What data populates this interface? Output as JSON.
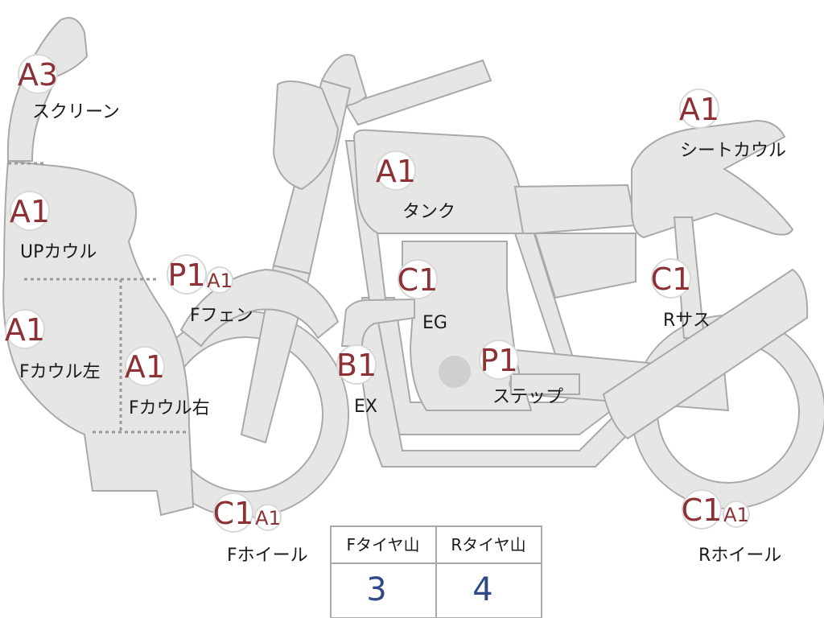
{
  "parts": [
    {
      "id": "screen",
      "grade": "A3",
      "name": "スクリーン"
    },
    {
      "id": "up-cowl",
      "grade": "A1",
      "name": "UPカウル"
    },
    {
      "id": "f-cowl-left",
      "grade": "A1",
      "name": "Fカウル左"
    },
    {
      "id": "f-cowl-right",
      "grade": "A1",
      "name": "Fカウル右"
    },
    {
      "id": "f-fender",
      "grade": "P1",
      "grade2": "A1",
      "name": "Fフェン"
    },
    {
      "id": "tank",
      "grade": "A1",
      "name": "タンク"
    },
    {
      "id": "seat-cowl",
      "grade": "A1",
      "name": "シートカウル"
    },
    {
      "id": "engine",
      "grade": "C1",
      "name": "EG"
    },
    {
      "id": "r-sus",
      "grade": "C1",
      "name": "Rサス"
    },
    {
      "id": "exhaust",
      "grade": "B1",
      "name": "EX"
    },
    {
      "id": "step",
      "grade": "P1",
      "name": "ステップ"
    },
    {
      "id": "f-wheel",
      "grade": "C1",
      "grade2": "A1",
      "name": "Fホイール"
    },
    {
      "id": "r-wheel",
      "grade": "C1",
      "grade2": "A1",
      "name": "Rホイール"
    }
  ],
  "tire_table": {
    "headers": [
      "Fタイヤ山",
      "Rタイヤ山"
    ],
    "values": [
      "3",
      "4"
    ]
  }
}
